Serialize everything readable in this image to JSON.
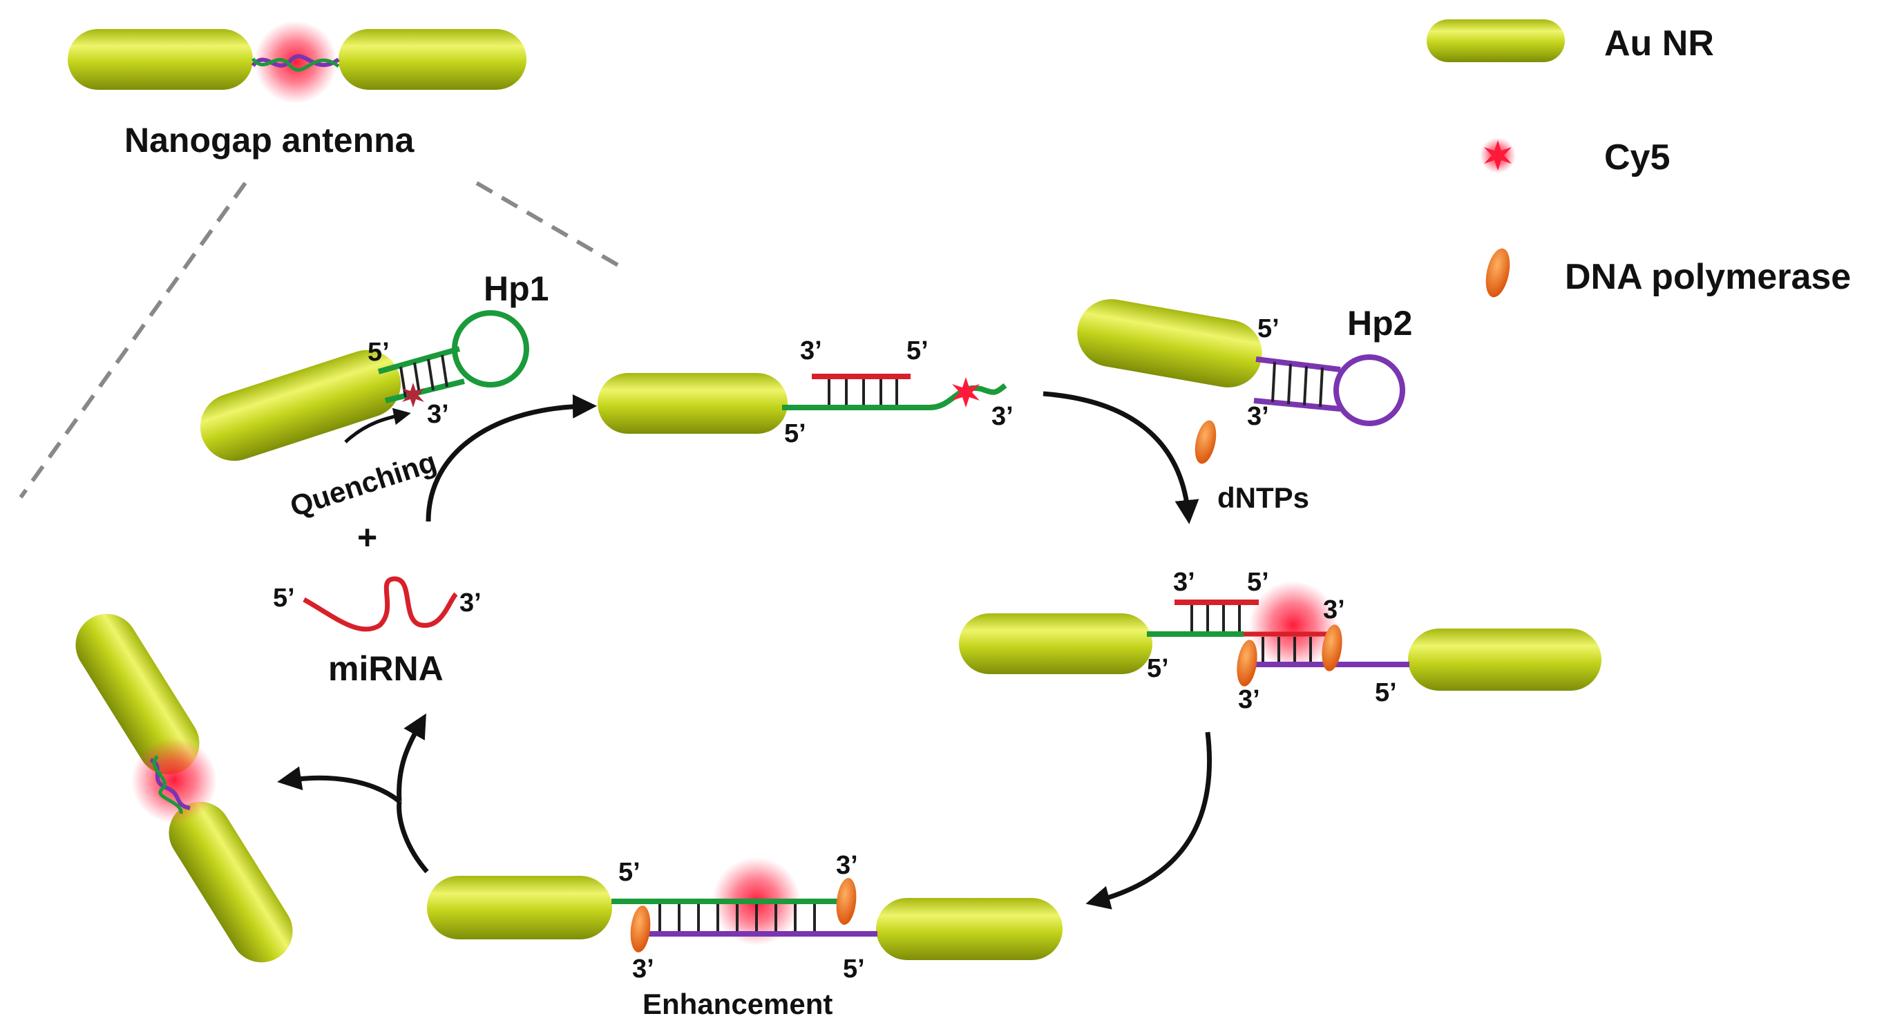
{
  "legend": {
    "au_nr": "Au NR",
    "cy5": "Cy5",
    "polymerase": "DNA polymerase"
  },
  "labels": {
    "nanogap_antenna": "Nanogap antenna",
    "hp1": "Hp1",
    "hp2": "Hp2",
    "quenching": "Quenching",
    "plus": "+",
    "mirna": "miRNA",
    "dntps": "dNTPs",
    "enhancement": "Enhancement",
    "five_prime": "5’",
    "three_prime": "3’"
  },
  "colors": {
    "rod_light": "#e8f05a",
    "rod_mid": "#c2d418",
    "rod_dark": "#8fa00a",
    "strand_green": "#1a9a3a",
    "strand_red": "#d8202a",
    "strand_purple": "#7a35b0",
    "cy5": "#ff1a3a",
    "polymerase": "#e86a12",
    "arrow": "#111111"
  }
}
